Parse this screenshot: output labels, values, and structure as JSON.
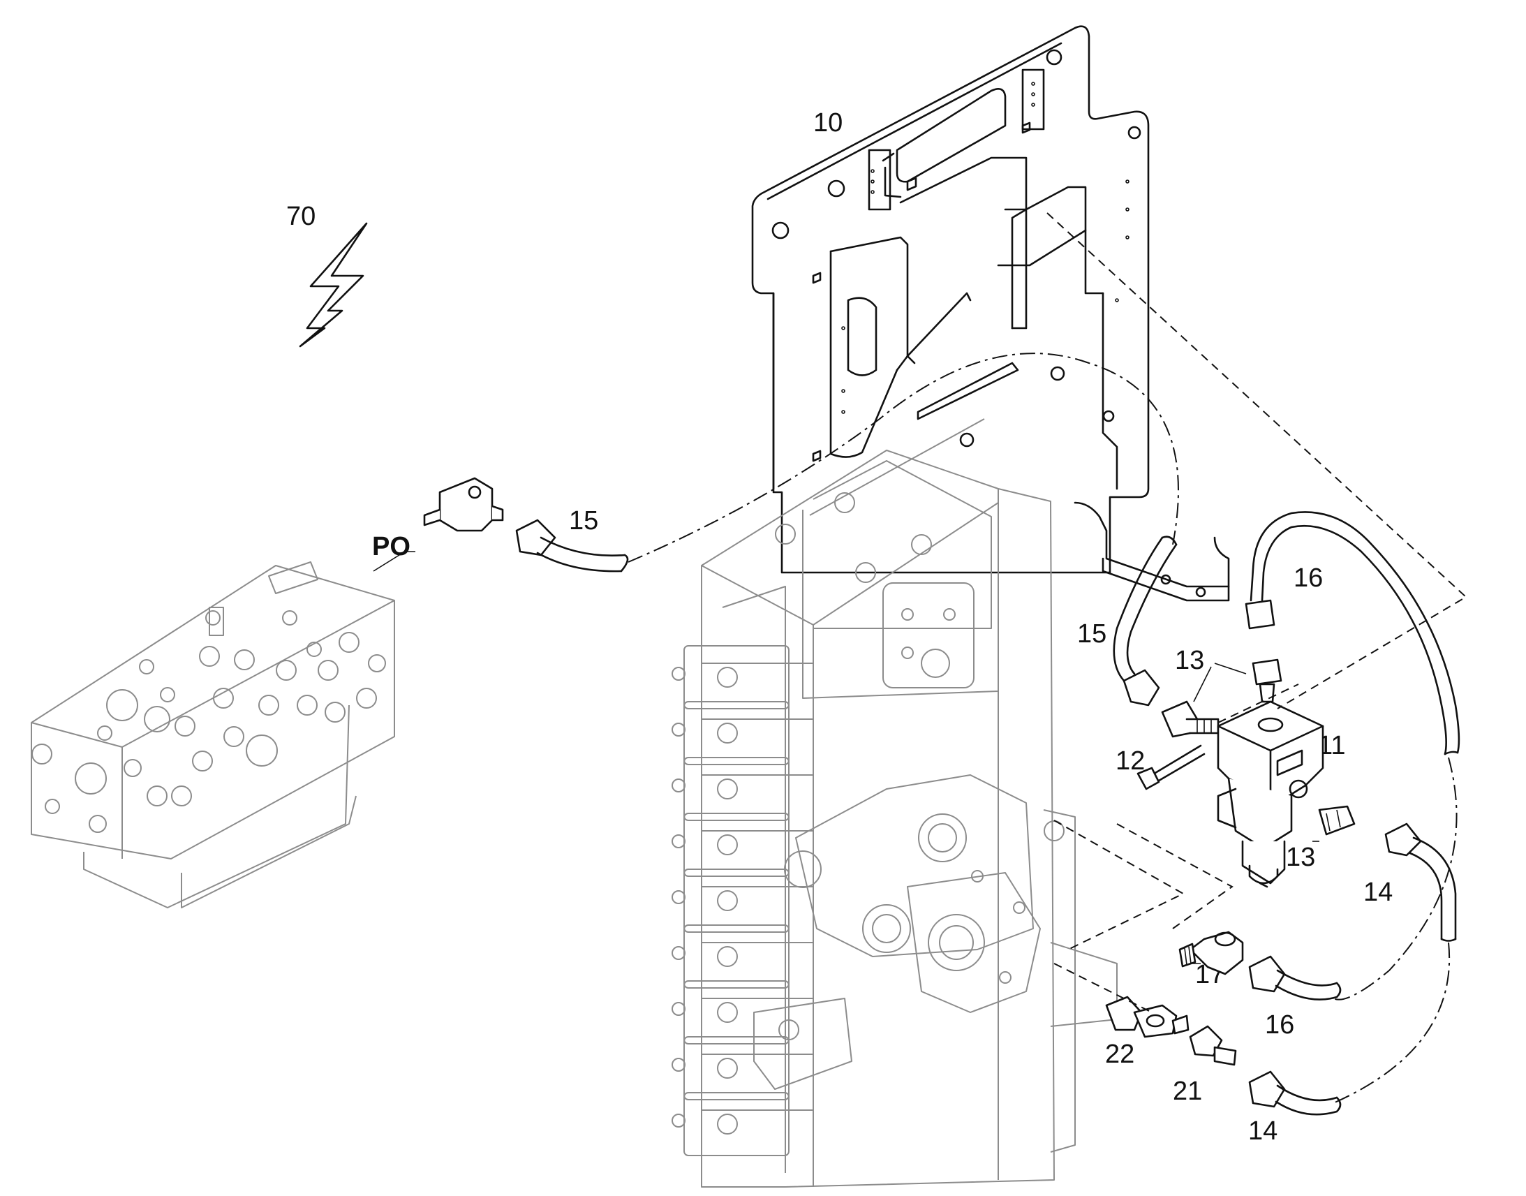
{
  "diagram": {
    "callouts": {
      "c10": "10",
      "c70": "70",
      "po": "PO",
      "c15a": "15",
      "c15b": "15",
      "c16a": "16",
      "c16b": "16",
      "c13a": "13",
      "c13b": "13",
      "c11": "11",
      "c12": "12",
      "c14a": "14",
      "c14b": "14",
      "c17": "17",
      "c22": "22",
      "c21": "21"
    },
    "icons": {
      "warning": "lightning-bolt-icon"
    },
    "colors": {
      "ink": "#111111",
      "ghost": "#8c8c8c"
    }
  }
}
